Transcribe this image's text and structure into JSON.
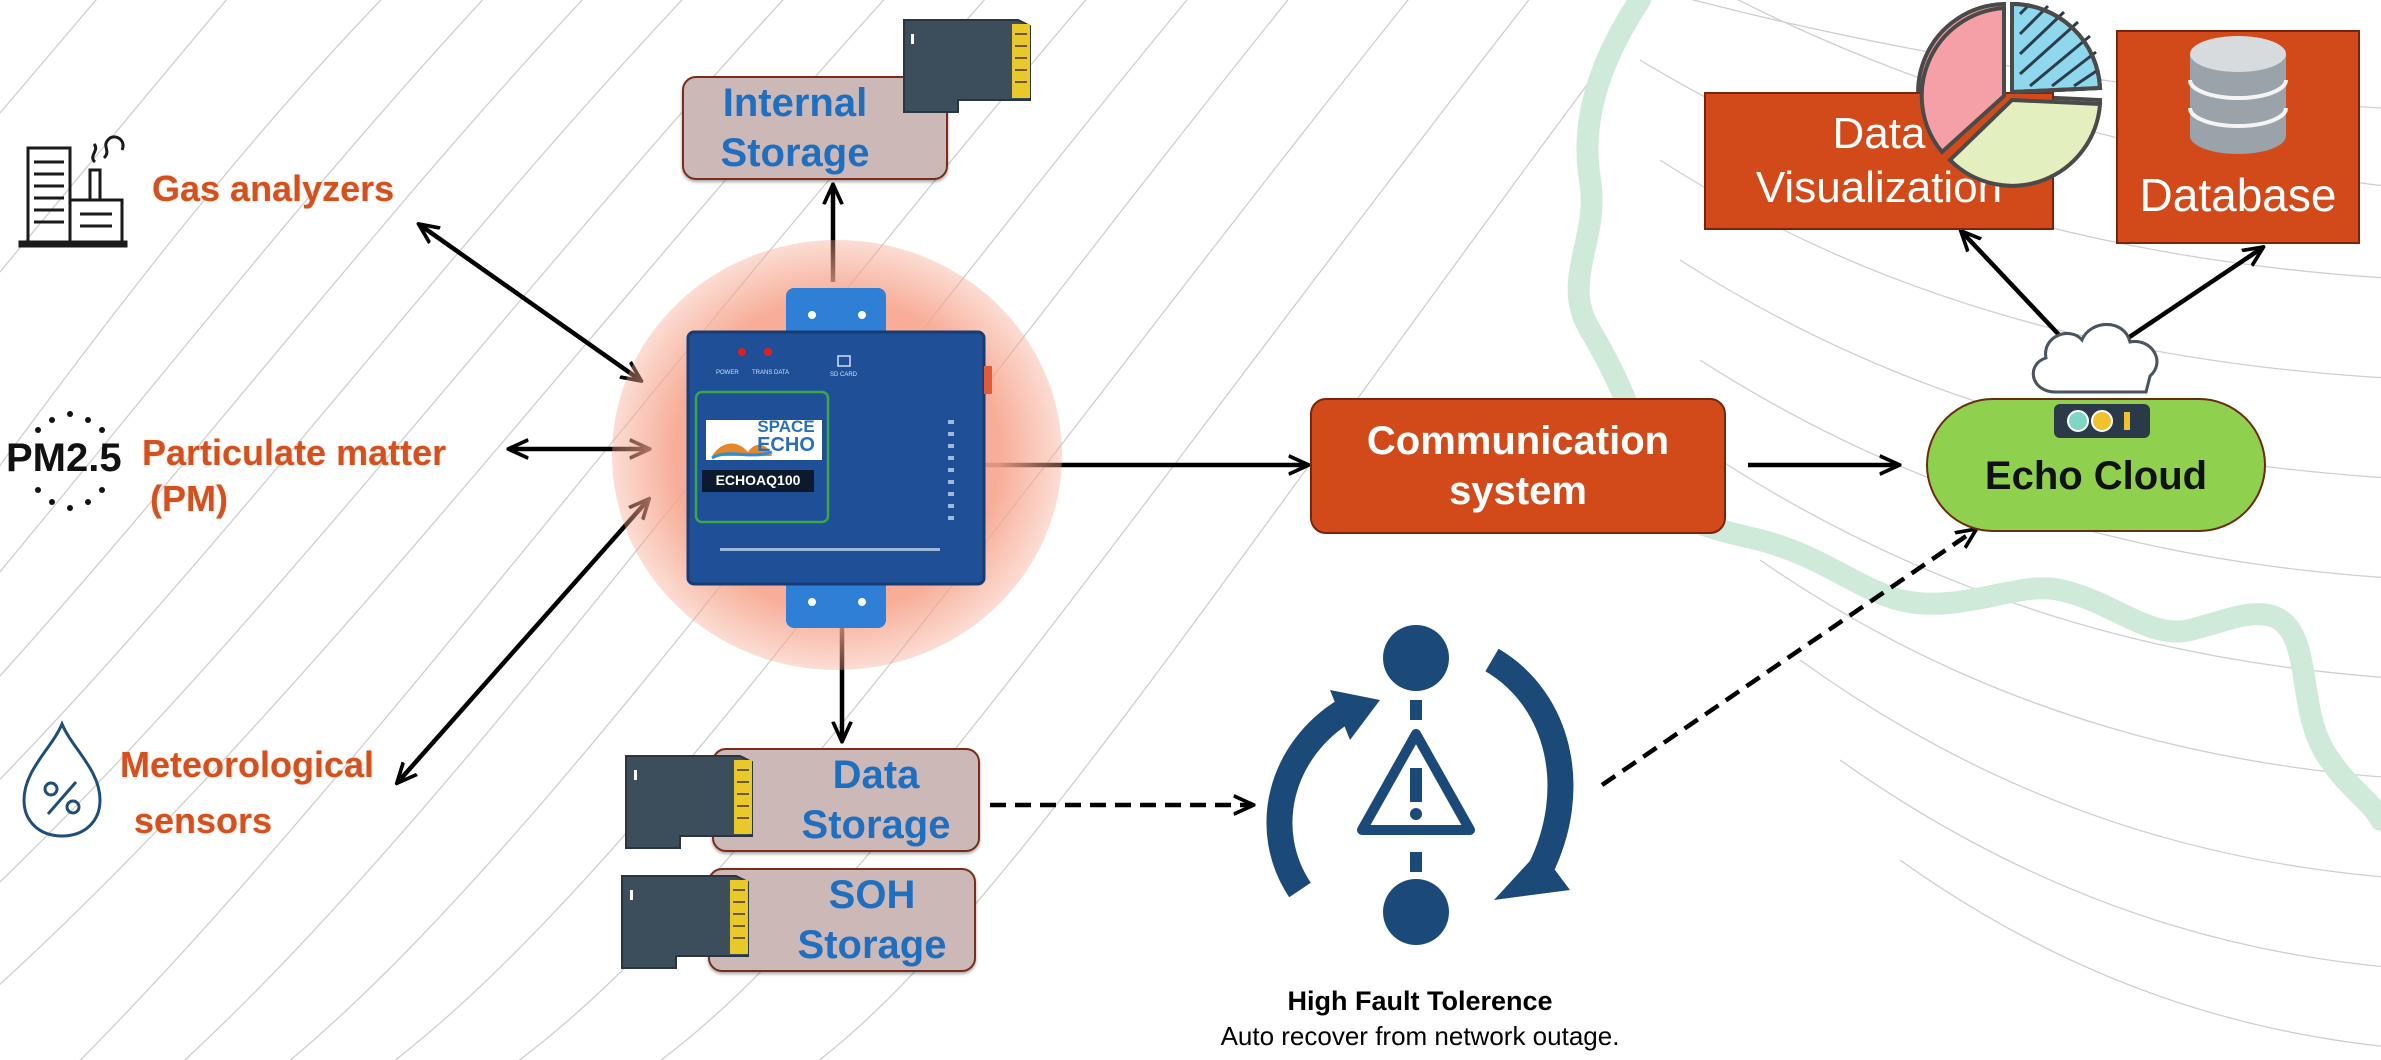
{
  "inputs": {
    "gas": "Gas analyzers",
    "pm_icon": "PM2.5",
    "pm_line1": "Particulate matter",
    "pm_line2": "(PM)",
    "met_line1": "Meteorological",
    "met_line2": "sensors"
  },
  "device": {
    "brand_line1": "SPACE",
    "brand_line2": "ECHO",
    "model": "ECHOAQ100",
    "led1": "POWER",
    "led2": "TRANS DATA",
    "sd": "SD CARD"
  },
  "storage": {
    "internal_line1": "Internal",
    "internal_line2": "Storage",
    "data_line1": "Data",
    "data_line2": "Storage",
    "soh_line1": "SOH",
    "soh_line2": "Storage"
  },
  "comm": {
    "line1": "Communication",
    "line2": "system"
  },
  "cloud": {
    "label": "Echo Cloud"
  },
  "outputs": {
    "viz_line1": "Data",
    "viz_line2": "Visualization",
    "database": "Database"
  },
  "fault": {
    "title": "High Fault Tolerence",
    "subtitle": "Auto recover from network outage."
  },
  "colors": {
    "accent_orange": "#d24a1a",
    "label_orange": "#d2511e",
    "storage_text": "#1f6fc0",
    "device_blue": "#1f4f96",
    "cloud_green": "#8fd14f",
    "fault_navy": "#1c4a78",
    "region_green": "#cfead9"
  },
  "icons": [
    "factory-icon",
    "pm25-icon",
    "droplet-percent-icon",
    "sd-card-icon",
    "pie-chart-icon",
    "database-cylinder-icon",
    "cloud-icon",
    "traffic-light-icon",
    "warning-cycle-icon"
  ]
}
